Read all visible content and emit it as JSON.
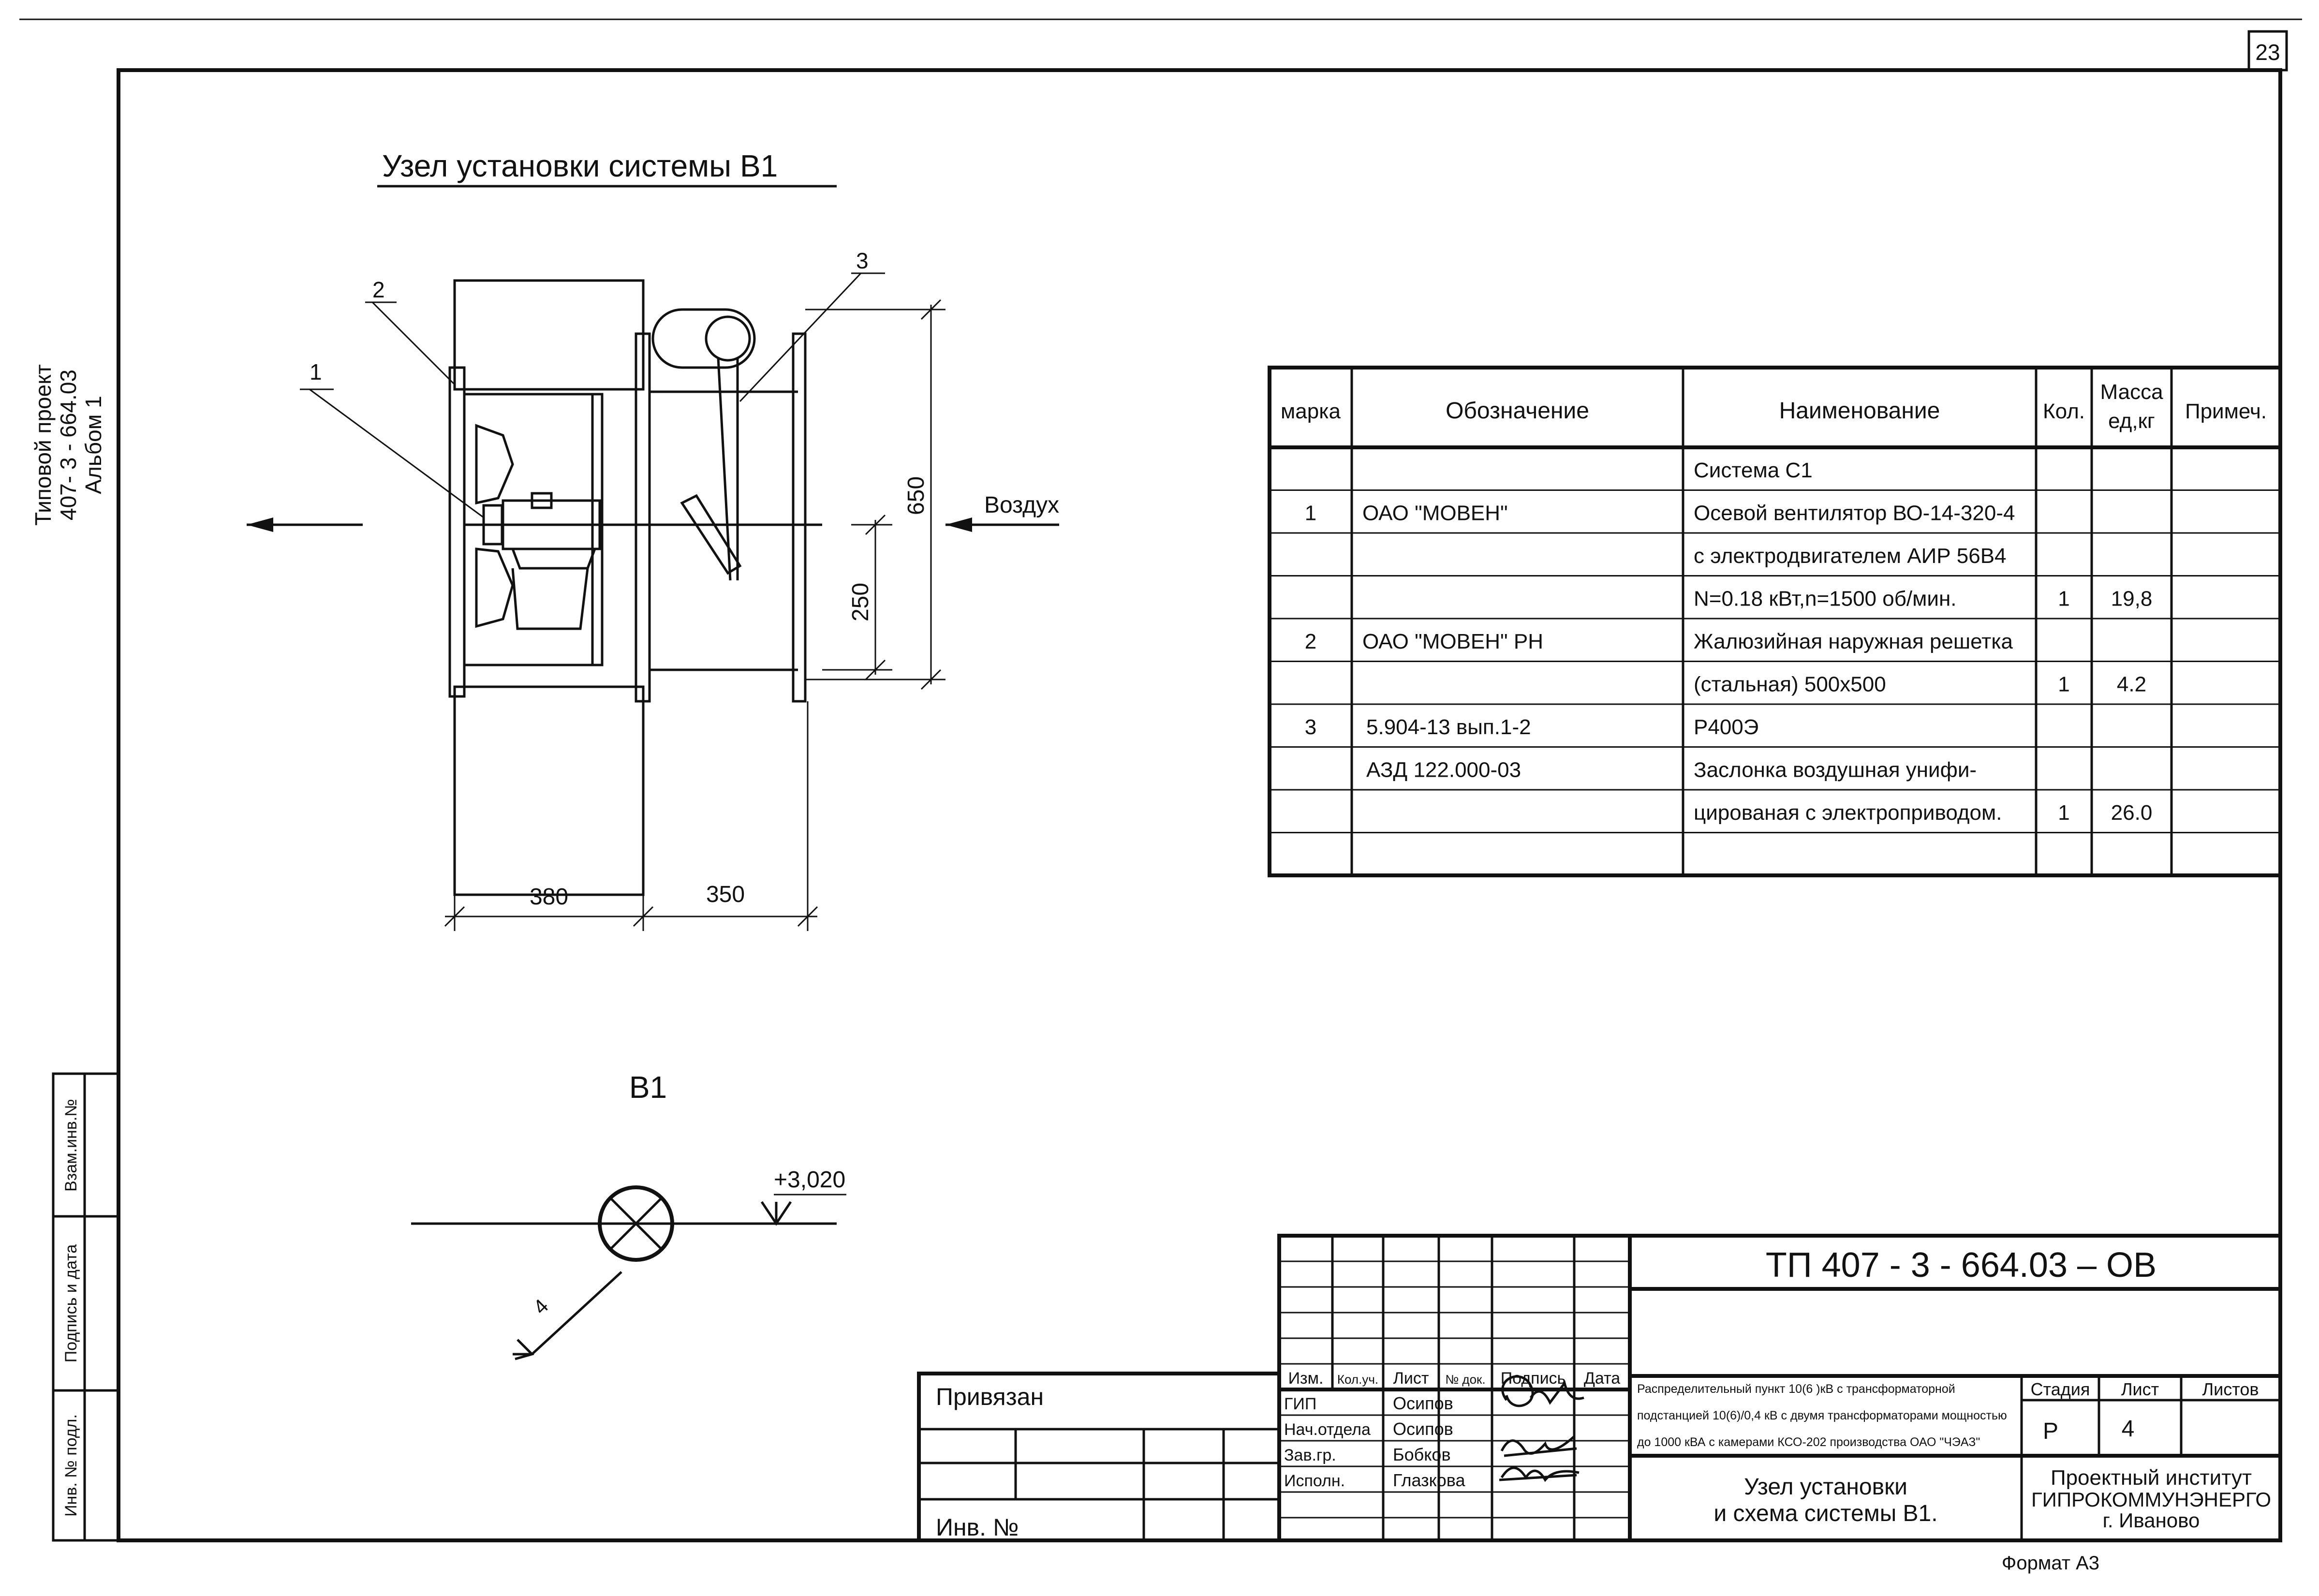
{
  "page_number": "23",
  "side_label": {
    "line1": "Типовой проект",
    "line2": "407- 3 - 664.03",
    "line3": "Альбом 1"
  },
  "side_stamp": {
    "vzam": "Взам.инв.№",
    "podpis": "Подпись и дата",
    "inv": "Инв. № подл."
  },
  "drawing": {
    "title": "Узел установки системы  В1",
    "callouts": [
      "1",
      "2",
      "3"
    ],
    "air_label": "Воздух",
    "dim_650": "650",
    "dim_250": "250",
    "dim_380": "380",
    "dim_350": "350"
  },
  "schema": {
    "title": "В1",
    "elevation": "+3,020",
    "number": "4"
  },
  "spec_table": {
    "headers": [
      "марка",
      "Обозначение",
      "Наименование",
      "Кол.",
      "Масса ед,кг",
      "Примеч."
    ],
    "rows": [
      [
        "",
        "",
        "Система С1",
        "",
        "",
        ""
      ],
      [
        "1",
        "ОАО \"МОВЕН\"",
        "Осевой вентилятор ВО-14-320-4",
        "",
        "",
        ""
      ],
      [
        "",
        "",
        "с электродвигателем АИР 56В4",
        "",
        "",
        ""
      ],
      [
        "",
        "",
        "N=0.18 кВт,n=1500 об/мин.",
        "1",
        "19,8",
        ""
      ],
      [
        "2",
        "ОАО \"МОВЕН\"          РН",
        "Жалюзийная наружная решетка",
        "",
        "",
        ""
      ],
      [
        "",
        "",
        "(стальная) 500х500",
        "1",
        "4.2",
        ""
      ],
      [
        "3",
        "5.904-13 вып.1-2",
        "Р400Э",
        "",
        "",
        ""
      ],
      [
        "",
        "АЗД 122.000-03",
        "Заслонка воздушная унифи-",
        "",
        "",
        ""
      ],
      [
        "",
        "",
        "цированая с электроприводом.",
        "1",
        "26.0",
        ""
      ],
      [
        "",
        "",
        "",
        "",
        "",
        ""
      ]
    ]
  },
  "title_block": {
    "code": "ТП   407 - 3 - 664.03 – ОВ",
    "col_headers": [
      "Изм.",
      "Кол.уч.",
      "Лист",
      "№ док.",
      "Подпись",
      "Дата"
    ],
    "staff": [
      {
        "role": "ГИП",
        "name": "Осипов"
      },
      {
        "role": "Нач.отдела",
        "name": "Осипов"
      },
      {
        "role": "Зав.гр.",
        "name": "Бобков"
      },
      {
        "role": "Исполн.",
        "name": "Глазкова"
      }
    ],
    "description": [
      "Распределительный пункт 10(6 )кВ с трансформаторной",
      "подстанцией 10(6)/0,4 кВ с двумя трансформаторами мощностью",
      "до 1000 кВА с камерами КСО-202 производства ОАО \"ЧЭАЗ\""
    ],
    "stage_label": "Стадия",
    "sheet_label": "Лист",
    "sheets_label": "Листов",
    "stage_value": "Р",
    "sheet_value": "4",
    "sheets_value": "",
    "sheet_title": [
      "Узел установки",
      "и схема системы В1."
    ],
    "org": [
      "Проектный институт",
      "ГИПРОКОММУНЭНЕРГО",
      "г. Иваново"
    ],
    "privyazan": "Привязан",
    "inv_no": "Инв. №",
    "format": "Формат А3"
  }
}
